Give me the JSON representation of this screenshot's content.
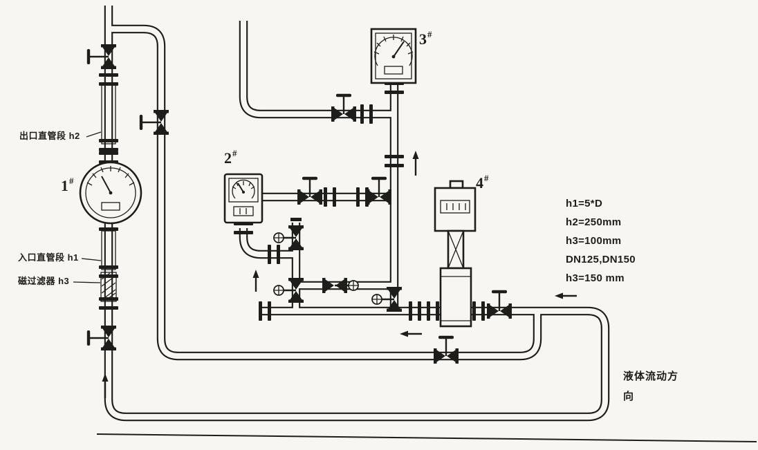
{
  "palette": {
    "background": "#f7f6f2",
    "ink": "#1d1d1b"
  },
  "meter_tags": {
    "m1": {
      "num": "1",
      "sup": "#"
    },
    "m2": {
      "num": "2",
      "sup": "#"
    },
    "m3": {
      "num": "3",
      "sup": "#"
    },
    "m4": {
      "num": "4",
      "sup": "#"
    }
  },
  "pipe_labels": {
    "outlet_straight": "出口直管段 h2",
    "inlet_straight": "入口直管段 h1",
    "magnetic_filter": "磁过滤器 h3"
  },
  "spec_notes": [
    "h1=5*D",
    "h2=250mm",
    "h3=100mm",
    "DN125,DN150",
    "h3=150 mm"
  ],
  "flow_note": {
    "line1": "液体流动方",
    "line2": "向"
  }
}
